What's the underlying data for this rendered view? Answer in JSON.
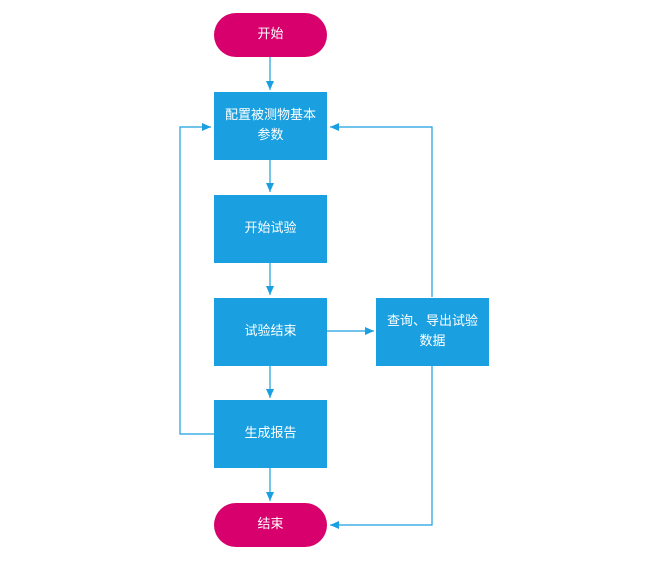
{
  "flowchart": {
    "start": "开始",
    "configure": "配置被测物基本参数",
    "start_test": "开始试验",
    "end_test": "试验结束",
    "report": "生成报告",
    "query_export": "查询、导出试验数据",
    "end": "结束"
  },
  "colors": {
    "terminal": "#d8006c",
    "process": "#1aa0e0",
    "connector": "#1aa0e0"
  }
}
